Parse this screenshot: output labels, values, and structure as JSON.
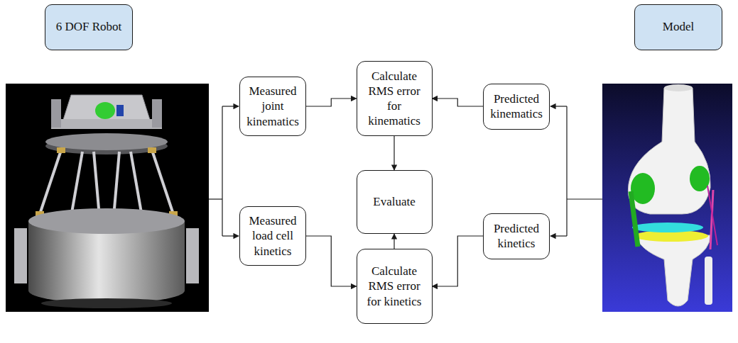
{
  "diagram": {
    "nodes": [
      {
        "text": [
          "6 DOF Robot"
        ]
      },
      {
        "text": [
          "Model"
        ]
      },
      {
        "text": [
          "Measured joint kinematics"
        ]
      },
      {
        "text": [
          "Calculate RMS error for kinematics"
        ]
      },
      {
        "text": [
          "Predicted kinematics"
        ]
      },
      {
        "text": [
          "Evaluate"
        ]
      },
      {
        "text": [
          "Measured load cell kinetics"
        ]
      },
      {
        "text": [
          "Calculate RMS error for kinetics"
        ]
      },
      {
        "text": [
          "Predicted kinetics"
        ]
      }
    ],
    "edges": [
      {
        "from": 2,
        "to": 3,
        "arrow": "to"
      },
      {
        "from": 4,
        "to": 3,
        "arrow": "to"
      },
      {
        "from": 3,
        "to": 5,
        "arrow": "to"
      },
      {
        "from": 6,
        "to": 7,
        "arrow": "to"
      },
      {
        "from": 8,
        "to": 7,
        "arrow": "to"
      },
      {
        "from": 7,
        "to": 5,
        "arrow": "to"
      }
    ]
  }
}
